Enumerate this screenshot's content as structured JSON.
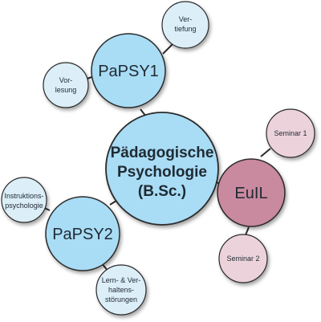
{
  "center": {
    "lines": [
      "Pädagogische",
      "Psychologie",
      "(B.Sc.)"
    ],
    "fill": "#a9dcf5"
  },
  "papsy1": {
    "label": "PaPSY1",
    "fill": "#a9dcf5"
  },
  "papsy2": {
    "label": "PaPSY2",
    "fill": "#a9dcf5"
  },
  "euil": {
    "label": "EuIL",
    "fill": "#c9899e"
  },
  "vertiefung": {
    "lines": [
      "Ver-",
      "tiefung"
    ],
    "fill": "#dceef8"
  },
  "vorlesung": {
    "lines": [
      "Vor-",
      "lesung"
    ],
    "fill": "#dceef8"
  },
  "instruktion": {
    "lines": [
      "Instruktions-",
      "psychologie"
    ],
    "fill": "#dceef8"
  },
  "lern": {
    "lines": [
      "Lern- & Ver-",
      "haltens-",
      "störungen"
    ],
    "fill": "#dceef8"
  },
  "seminar1": {
    "label": "Seminar 1",
    "fill": "#ecd2da"
  },
  "seminar2": {
    "label": "Seminar 2",
    "fill": "#ecd2da"
  },
  "colors": {
    "stroke": "#2b2b2b",
    "connector": "#2b2b2b",
    "text": "#1f2a33"
  }
}
